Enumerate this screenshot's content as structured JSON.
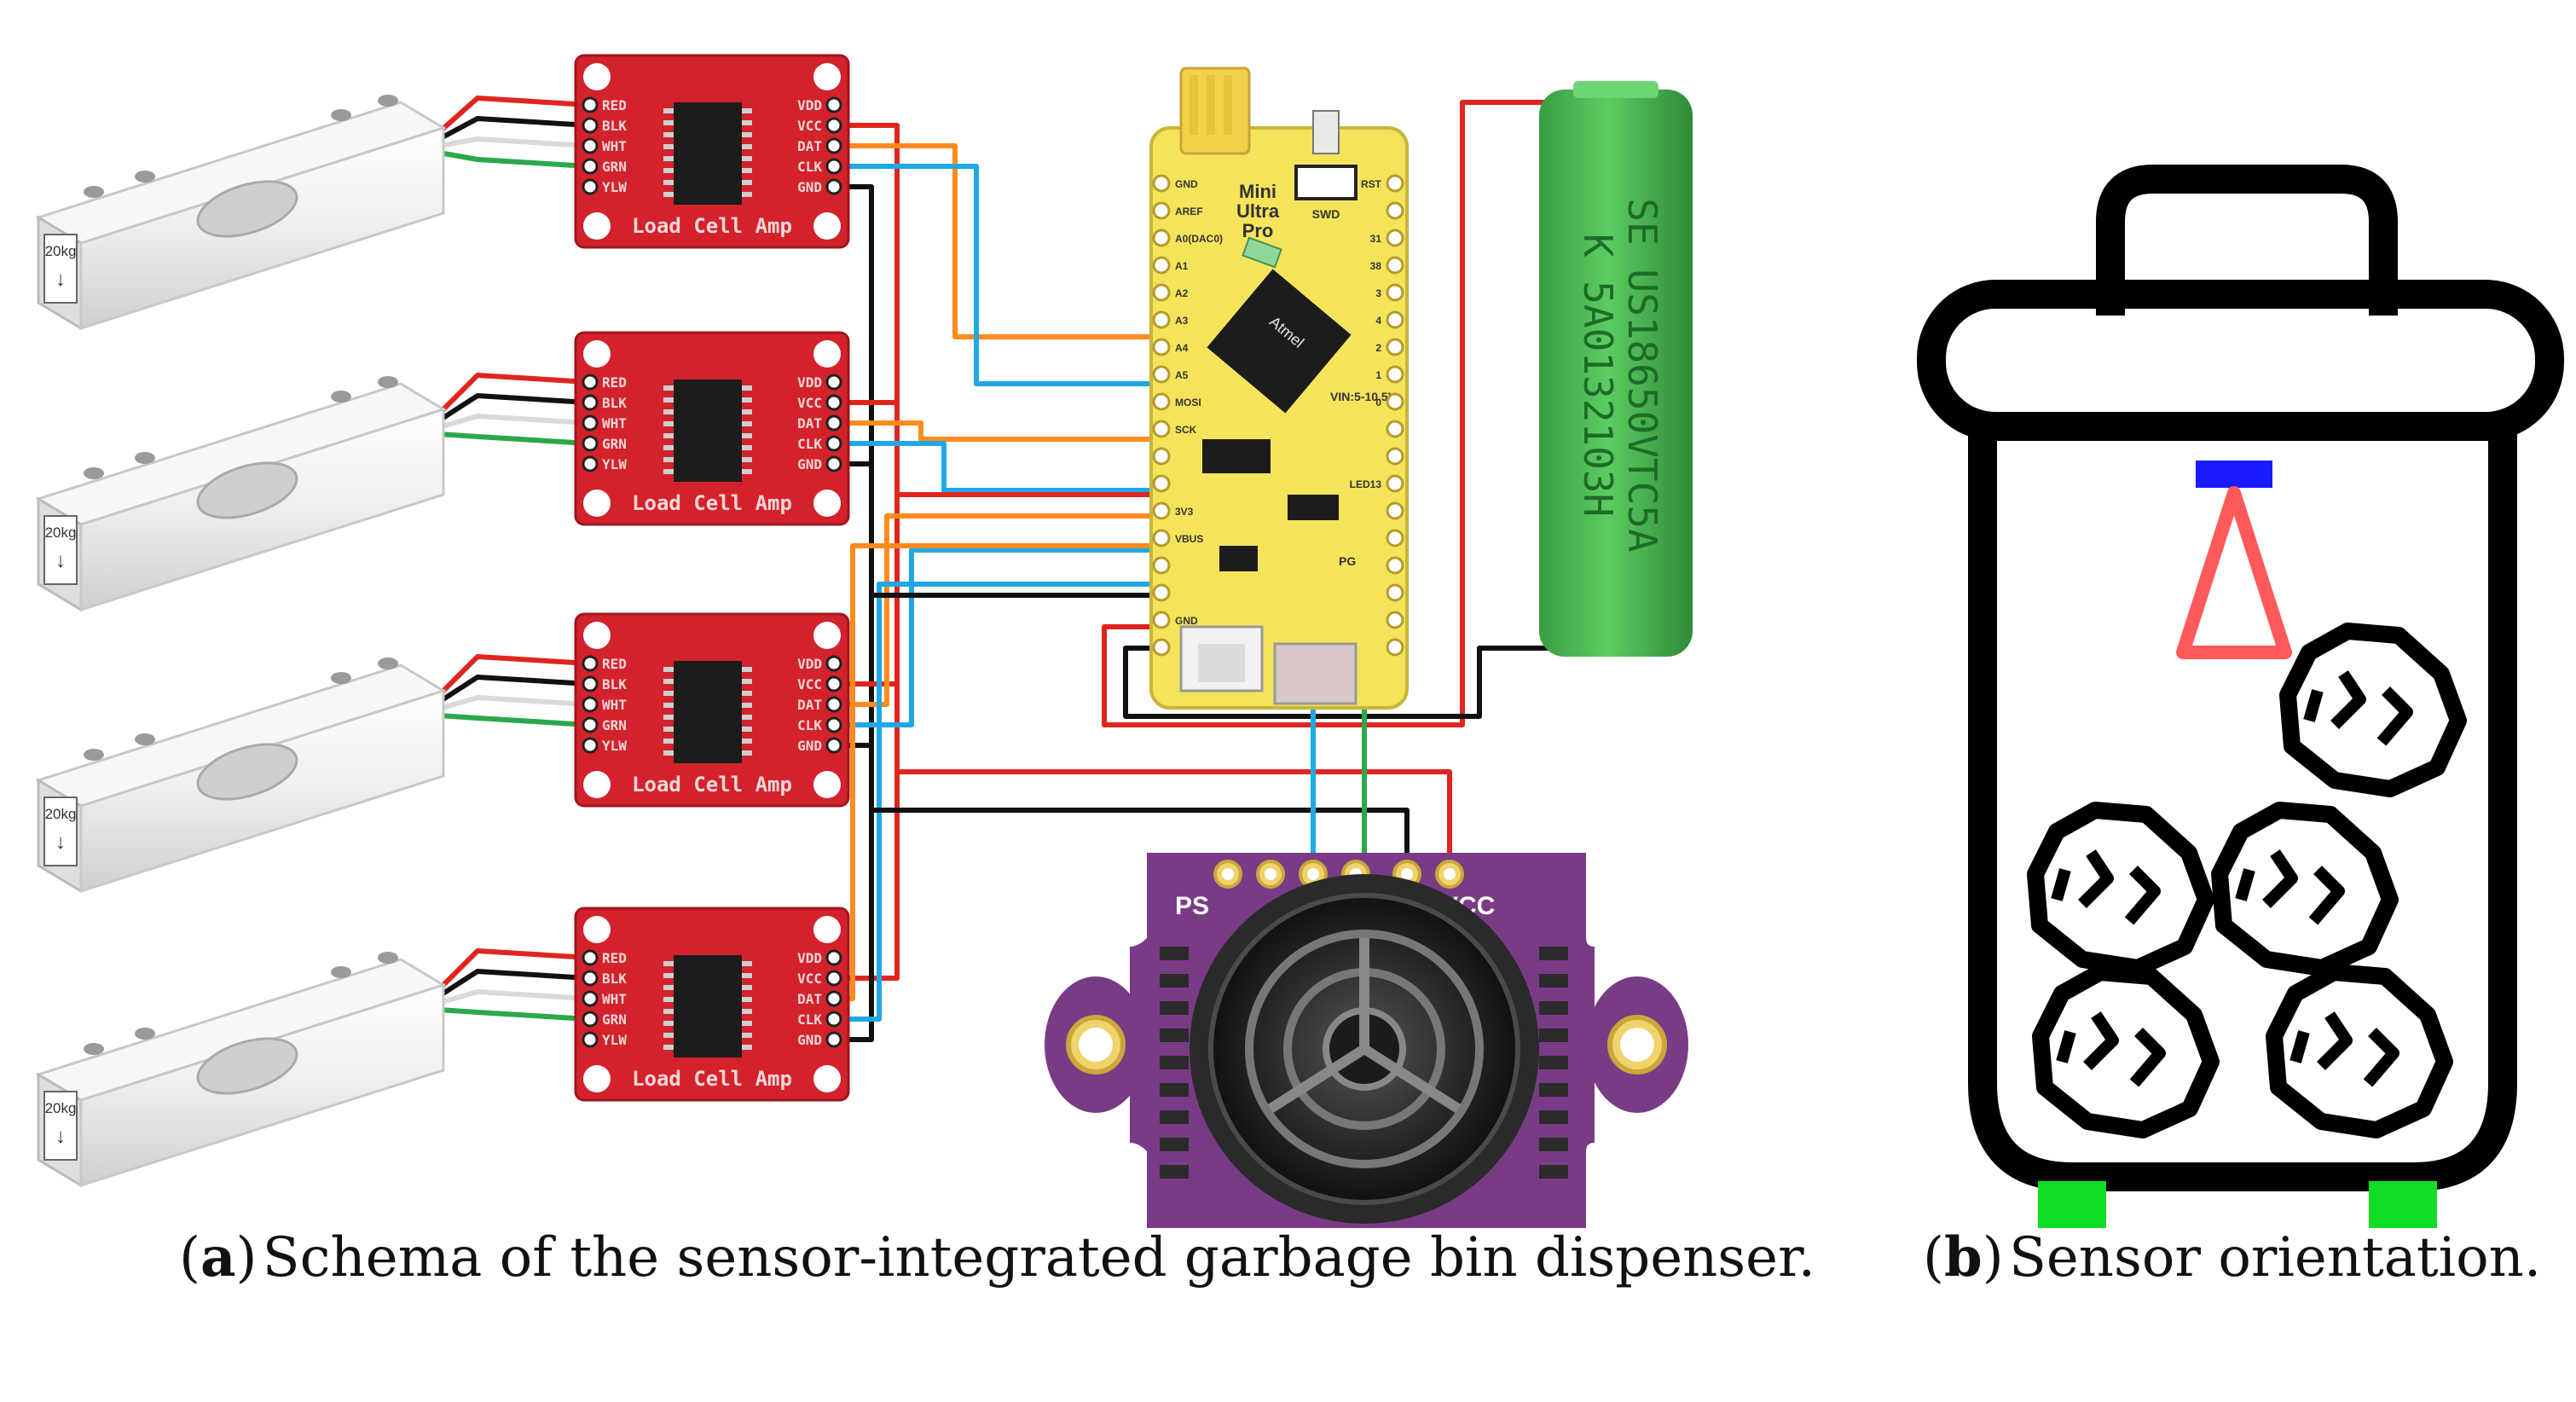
{
  "load_cell": {
    "capacity_label": "20kg",
    "arrow_glyph": "↓"
  },
  "amp_board": {
    "name": "Load Cell Amp",
    "left_pins": [
      "RED",
      "BLK",
      "WHT",
      "GRN",
      "YLW"
    ],
    "right_pins": [
      "VDD",
      "VCC",
      "DAT",
      "CLK",
      "GND"
    ]
  },
  "microcontroller": {
    "name_lines": [
      "Mini",
      "Ultra",
      "Pro"
    ],
    "chip_brand": "Atmel",
    "vin_label": "VIN:5-10.5V",
    "left_pins": [
      "GND",
      "AREF",
      "A0(DAC0)",
      "A1",
      "A2",
      "A3",
      "A4",
      "A5",
      "MOSI",
      "SCK",
      "",
      "",
      "3V3",
      "VBUS",
      "",
      "",
      "GND",
      ""
    ],
    "right_pins": [
      "RST",
      "",
      "31",
      "38",
      "3",
      "4",
      "2",
      "1",
      "0",
      "",
      "",
      "LED13",
      "",
      "",
      "",
      "",
      "",
      ""
    ],
    "swd_label": "SWD",
    "pg_label": "PG"
  },
  "battery": {
    "text_lines": [
      "SE US18650VTC5A",
      "K 5A0132103H"
    ]
  },
  "ultrasonic": {
    "pin_labels": [
      "PS",
      "VCC"
    ]
  },
  "colors": {
    "wire_red": "#e0251f",
    "wire_black": "#111111",
    "wire_orange": "#ff8a1e",
    "wire_blue": "#1ea8e6",
    "wire_green": "#2aa84a",
    "wire_white": "#d9d9d9",
    "amp_board": "#d3222c",
    "mcu_board": "#f5e45a",
    "battery": "#3eb54a",
    "sensor_board": "#7a3b86",
    "sensor_mount": "#1a1aff",
    "sensor_cone": "#ff5a5a",
    "bin_feet": "#11dd22"
  },
  "captions": {
    "a_letter": "a",
    "a_text": "Schema of the sensor-integrated garbage bin dispenser.",
    "b_letter": "b",
    "b_text": "Sensor orientation."
  }
}
